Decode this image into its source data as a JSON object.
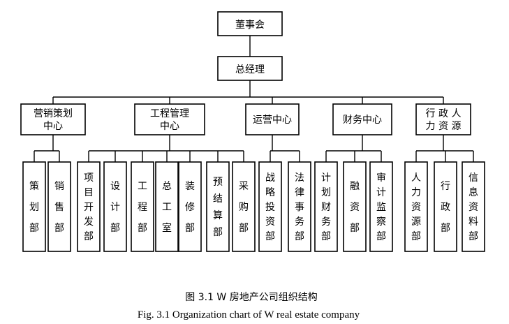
{
  "org_chart": {
    "root": {
      "label": "董事会"
    },
    "manager": {
      "label": "总经理"
    },
    "departments": [
      {
        "label": "营销策划\n中心",
        "units": [
          {
            "label": "策划部"
          },
          {
            "label": "销售部"
          }
        ]
      },
      {
        "label": "工程管理\n中心",
        "units": [
          {
            "label": "项目开发部"
          },
          {
            "label": "设计部"
          },
          {
            "label": "工程部"
          },
          {
            "label": "总工室"
          },
          {
            "label": "装修部"
          },
          {
            "label": "预结算部"
          },
          {
            "label": "采购部"
          }
        ]
      },
      {
        "label": "运营中心",
        "units": [
          {
            "label": "战略投资部"
          },
          {
            "label": "法律事务部"
          }
        ]
      },
      {
        "label": "财务中心",
        "units": [
          {
            "label": "计划财务部"
          },
          {
            "label": "融资部"
          },
          {
            "label": "审计监察部"
          }
        ]
      },
      {
        "label": "行 政 人\n力 资 源",
        "units": [
          {
            "label": "人力资源部"
          },
          {
            "label": "行政部"
          },
          {
            "label": "信息资料部"
          }
        ]
      }
    ]
  },
  "caption": {
    "cn": "图 3.1 W 房地产公司组织结构",
    "en": "Fig. 3.1 Organization chart of W real estate company"
  }
}
